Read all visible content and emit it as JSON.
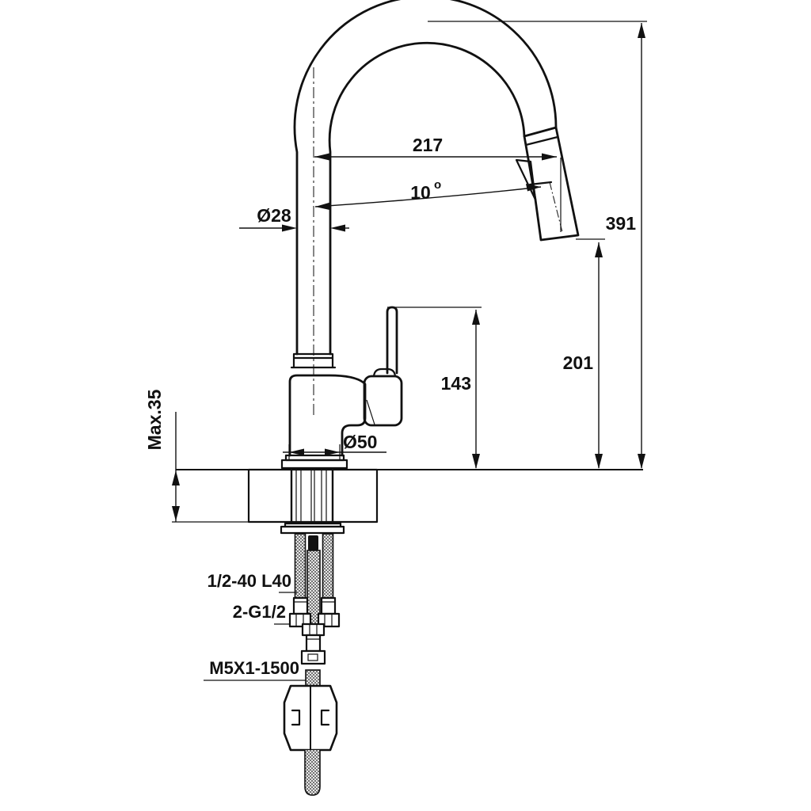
{
  "colors": {
    "line": "#111111",
    "background": "#ffffff"
  },
  "dimensions": {
    "spout_reach": "217",
    "spray_angle": "10",
    "spray_angle_unit": "o",
    "spout_diameter": "Ø28",
    "total_height": "391",
    "outlet_height": "201",
    "handle_height": "143",
    "base_diameter": "Ø50",
    "max_counter_thickness": "Max.35"
  },
  "labels": {
    "shank_thread": "1/2-40 L40",
    "supply_hoses": "2-G1/2",
    "pullout_hose": "M5X1-1500"
  }
}
